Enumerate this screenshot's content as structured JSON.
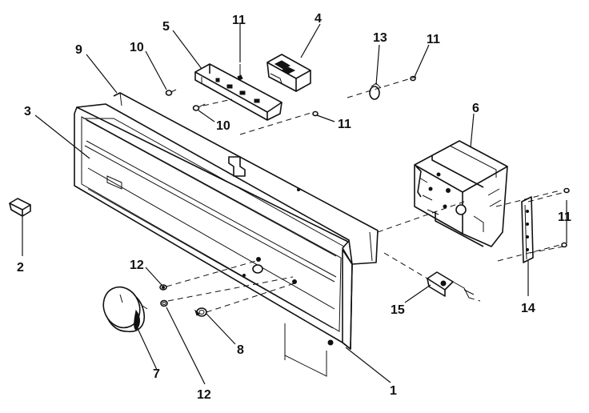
{
  "callouts": {
    "c1": "1",
    "c2": "2",
    "c3": "3",
    "c4": "4",
    "c5": "5",
    "c6": "6",
    "c7": "7",
    "c8": "8",
    "c9": "9",
    "c10a": "10",
    "c10b": "10",
    "c11a": "11",
    "c11b": "11",
    "c11c": "11",
    "c11d": "11",
    "c12a": "12",
    "c12b": "12",
    "c13": "13",
    "c14": "14",
    "c15": "15"
  }
}
